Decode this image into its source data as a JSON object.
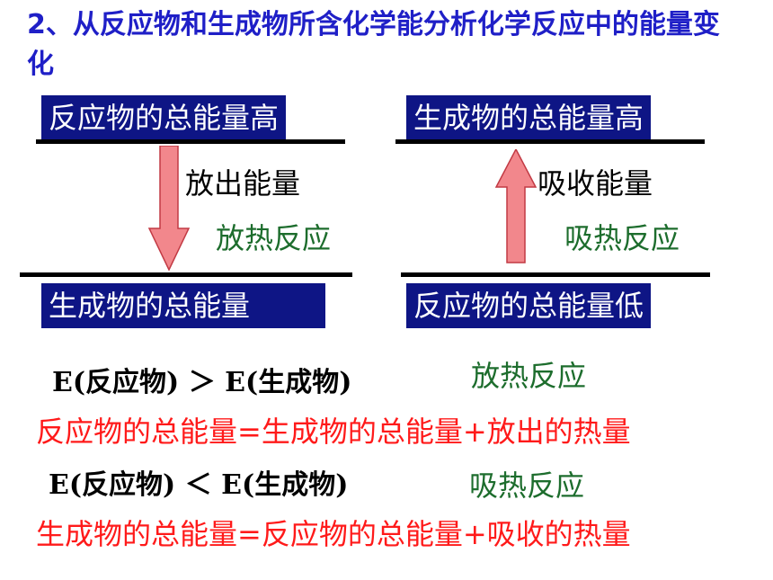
{
  "title": "2、从反应物和生成物所含化学能分析化学反应中的能量变化",
  "left": {
    "top_box": "反应物的总能量高",
    "bottom_box": "生成物的总能量",
    "action": "放出能量",
    "reaction": "放热反应"
  },
  "right": {
    "top_box": "生成物的总能量高",
    "bottom_box": "反应物的总能量低",
    "action": "吸收能量",
    "reaction": "吸热反应"
  },
  "comparisons": [
    {
      "text": "E(反应物) ＞ E(生成物)",
      "type": "放热反应",
      "relation": "反应物的总能量=生成物的总能量+放出的热量"
    },
    {
      "text": "E(反应物) ＜ E(生成物)",
      "type": "吸热反应",
      "relation": "生成物的总能量=反应物的总能量+吸收的热量"
    }
  ],
  "colors": {
    "title": "#1f1fc7",
    "box": "#0e1585",
    "reaction_label": "#1d6d2d",
    "relation": "#ff1a1a",
    "arrow": "#f2878c"
  }
}
